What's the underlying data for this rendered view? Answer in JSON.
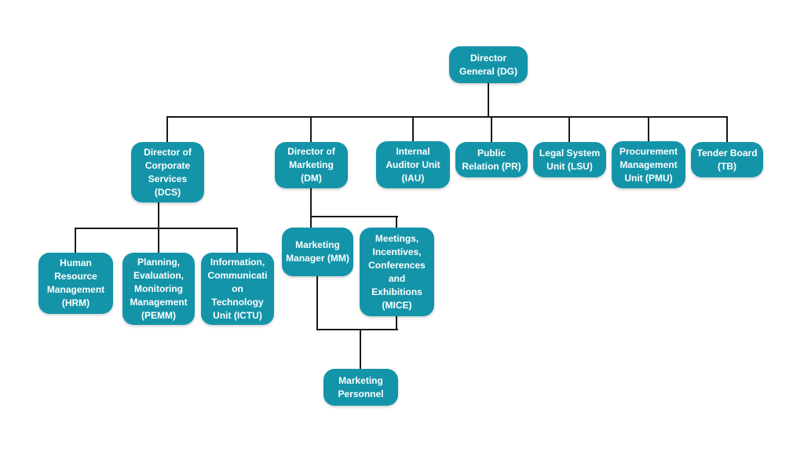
{
  "colors": {
    "background": "#FFFFFF",
    "node_fill": "#1494A9",
    "node_text": "#FFFFFF",
    "connector": "#1A1A1A"
  },
  "org_chart": {
    "nodes": {
      "dg": {
        "label": "Director General (DG)",
        "level": 1
      },
      "dcs": {
        "label": "Director of Corporate Services (DCS)",
        "level": 2
      },
      "dm": {
        "label": "Director of Marketing (DM)",
        "level": 2
      },
      "iau": {
        "label": "Internal Auditor Unit (IAU)",
        "level": 2
      },
      "pr": {
        "label": "Public Relation (PR)",
        "level": 2
      },
      "lsu": {
        "label": "Legal System Unit (LSU)",
        "level": 2
      },
      "pmu": {
        "label": "Procurement Management Unit (PMU)",
        "level": 2
      },
      "tb": {
        "label": "Tender Board (TB)",
        "level": 2
      },
      "hrm": {
        "label": "Human Resource Management (HRM)",
        "level": 3
      },
      "pemm": {
        "label": "Planning, Evaluation, Monitoring Management (PEMM)",
        "level": 3
      },
      "ictu": {
        "label": "Information, Communication Technology Unit (ICTU)",
        "level": 3
      },
      "mm": {
        "label": "Marketing Manager (MM)",
        "level": 3
      },
      "mice": {
        "label": "Meetings, Incentives, Conferences and Exhibitions (MICE)",
        "level": 3
      },
      "mp": {
        "label": "Marketing Personnel",
        "level": 4
      }
    },
    "edges": [
      {
        "from": "dg",
        "to": "dcs"
      },
      {
        "from": "dg",
        "to": "dm"
      },
      {
        "from": "dg",
        "to": "iau"
      },
      {
        "from": "dg",
        "to": "pr"
      },
      {
        "from": "dg",
        "to": "lsu"
      },
      {
        "from": "dg",
        "to": "pmu"
      },
      {
        "from": "dg",
        "to": "tb"
      },
      {
        "from": "dcs",
        "to": "hrm"
      },
      {
        "from": "dcs",
        "to": "pemm"
      },
      {
        "from": "dcs",
        "to": "ictu"
      },
      {
        "from": "dm",
        "to": "mm"
      },
      {
        "from": "dm",
        "to": "mice"
      },
      {
        "from": "mm",
        "to": "mp"
      },
      {
        "from": "mice",
        "to": "mp"
      }
    ]
  }
}
